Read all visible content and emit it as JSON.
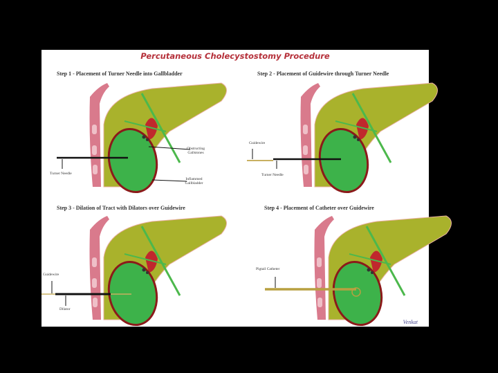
{
  "title": "Percutaneous Cholecystostomy Procedure",
  "steps": [
    {
      "heading": "Step 1 - Placement of Turner Needle into Gallbladder",
      "labels": [
        "Turner Needle",
        "Obstructing Gallstones",
        "Inflammed Gallbladder"
      ]
    },
    {
      "heading": "Step 2 - Placement of Guidewire through Turner Needle",
      "labels": [
        "Guidewire",
        "Turner Needle"
      ]
    },
    {
      "heading": "Step 3 - Dilation of Tract with Dilators over Guidewire",
      "labels": [
        "Guidewire",
        "Dilator"
      ]
    },
    {
      "heading": "Step 4 - Placement of Catheter over Guidewire",
      "labels": [
        "Pigtail Catheter"
      ]
    }
  ],
  "signature": "Venkat",
  "colors": {
    "liver": "#a9b22c",
    "gallbladder": "#3db24a",
    "wall": "#d97a8c",
    "title": "#b5303a"
  }
}
